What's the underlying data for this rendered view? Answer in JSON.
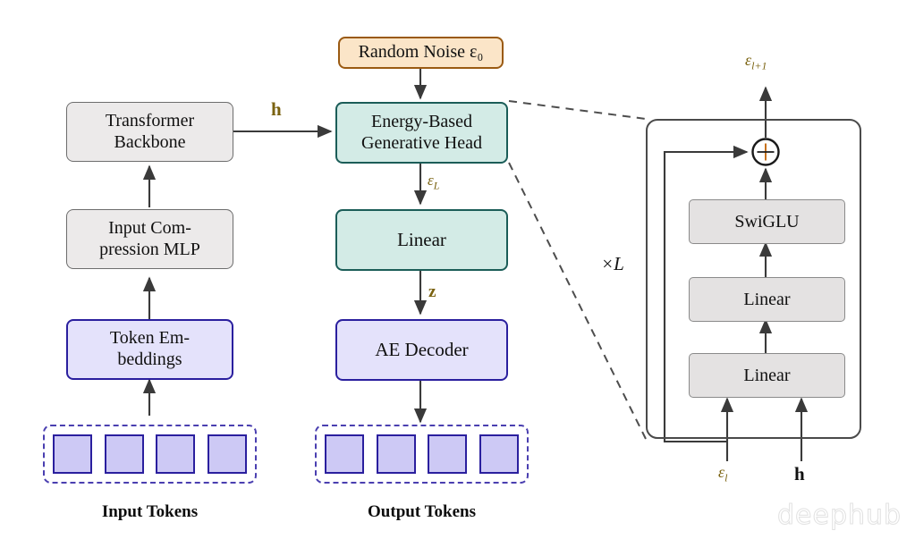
{
  "figure": {
    "title": "Energy-Based Generative Head architecture diagram",
    "watermark": "deephub"
  },
  "colors": {
    "gray_fill": "#eceaea",
    "gray_border": "#6d6d6d",
    "blue_fill": "#e4e2fb",
    "blue_border": "#2a1f9e",
    "teal_fill": "#d3ebe6",
    "teal_border": "#1b5d58",
    "orange_fill": "#fbe5c8",
    "orange_border": "#9a5a12",
    "math_label": "#7a6210",
    "arrow": "#3a3a3a",
    "dashed_group": "#4a3fb0"
  },
  "left_column": {
    "transformer_backbone": {
      "line1": "Transformer",
      "line2": "Backbone"
    },
    "input_compression": {
      "line1": "Input Com-",
      "line2": "pression MLP"
    },
    "token_embeddings": {
      "line1": "Token Em-",
      "line2": "beddings"
    },
    "tokens_caption": "Input Tokens",
    "token_count": 4
  },
  "center_column": {
    "random_noise": "Random Noise ε₀",
    "energy_head": {
      "line1": "Energy-Based",
      "line2": "Generative Head"
    },
    "linear": "Linear",
    "ae_decoder": "AE Decoder",
    "tokens_caption": "Output Tokens",
    "token_count": 4
  },
  "edge_labels": {
    "h_to_head": "h",
    "eps_L": "ε",
    "eps_L_sub": "L",
    "z": "z"
  },
  "right_panel": {
    "repeat_label": "×L",
    "output_label": "ε",
    "output_sub": "l+1",
    "blocks": [
      "SwiGLU",
      "Linear",
      "Linear"
    ],
    "add_symbol": "+",
    "input_eps": "ε",
    "input_eps_sub": "l",
    "input_h": "h"
  }
}
